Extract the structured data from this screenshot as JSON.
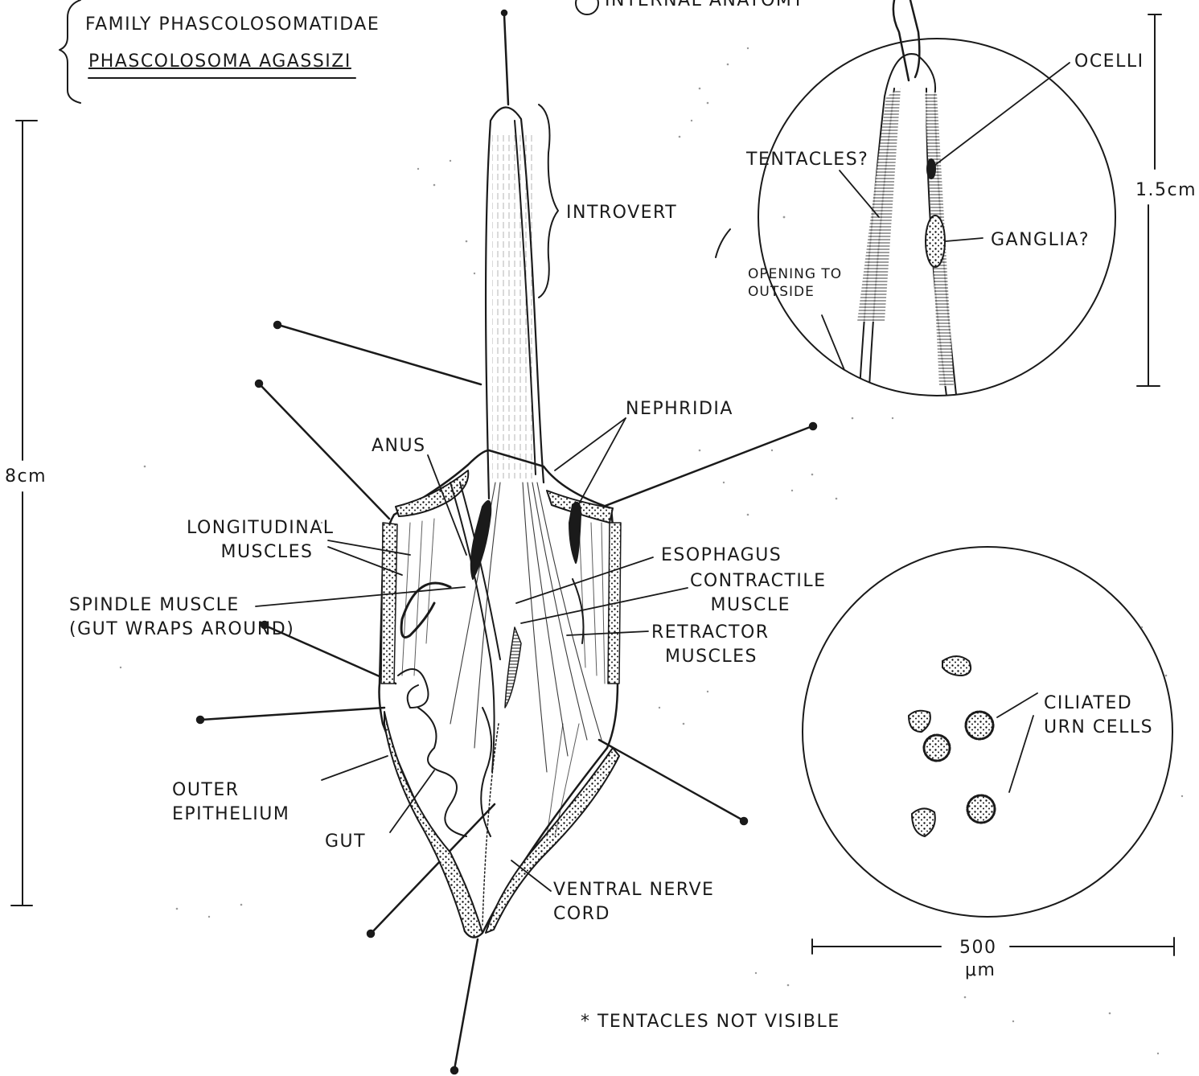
{
  "header": {
    "family": "FAMILY PHASCOLOSOMATIDAE",
    "species": "PHASCOLOSOMA AGASSIZI",
    "partial_title": "INTERNAL ANATOMY"
  },
  "scales": {
    "body_length": "8cm",
    "introvert_tip_length": "1.5cm",
    "cell_scale_value": "500",
    "cell_scale_unit": "μm"
  },
  "labels": {
    "introvert": "INTROVERT",
    "anus": "ANUS",
    "nephridia": "NEPHRIDIA",
    "longitudinal_muscles": "LONGITUDINAL\n     MUSCLES",
    "spindle_muscle": "SPINDLE MUSCLE\n(GUT WRAPS AROUND)",
    "esophagus": "ESOPHAGUS",
    "contractile_muscle": "CONTRACTILE\n   MUSCLE",
    "retractor_muscles": "RETRACTOR\n  MUSCLES",
    "outer_epithelium": "OUTER\nEPITHELIUM",
    "gut": "GUT",
    "ventral_nerve_cord": "VENTRAL NERVE\nCORD",
    "ocelli": "OCELLI",
    "tentacles_q": "TENTACLES?",
    "ganglia_q": "GANGLIA?",
    "opening": "OPENING TO\nOUTSIDE",
    "ciliated_urn_cells": "CILIATED\nURN CELLS",
    "note": "* TENTACLES NOT VISIBLE"
  },
  "colors": {
    "ink": "#1a1a1a",
    "paper": "#ffffff",
    "speckle": "#9a9a9a"
  }
}
